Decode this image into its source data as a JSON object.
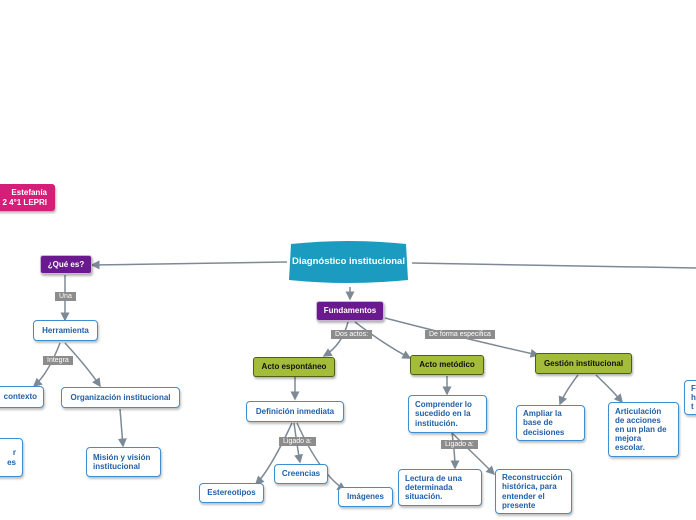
{
  "root": "Diagnóstico institucional",
  "author": "Estefanía\n2 4°1 LEPRI",
  "nodes": {
    "que_es": "¿Qué es?",
    "herramienta": "Herramienta",
    "contexto": "contexto",
    "organizacion": "Organización institucional",
    "partial_left": "r\nes",
    "mision": "Misión y visión institucional",
    "fundamentos": "Fundamentos",
    "acto_espontaneo": "Acto espontáneo",
    "definicion": "Definición inmediata",
    "creencias": "Creencias",
    "estereotipos": "Estereotipos",
    "imagenes": "Imágenes",
    "acto_metodico": "Acto metódico",
    "comprender": "Comprender lo sucedido en la institución.",
    "lectura": "Lectura de una determinada situación.",
    "reconstruccion": "Reconstrucción histórica, para entender el presente",
    "gestion": "Gestión institucional",
    "ampliar": "Ampliar la base de decisiones",
    "articulacion": "Articulación de acciones en un plan de mejora escolar.",
    "partial_right": "F\nh\nt"
  },
  "labels": {
    "una": "Una",
    "integra": "Integra",
    "dos_actos": "Dos actos:",
    "de_forma": "De forma especifica",
    "ligado1": "Ligado a:",
    "ligado2": "Ligado a:"
  }
}
